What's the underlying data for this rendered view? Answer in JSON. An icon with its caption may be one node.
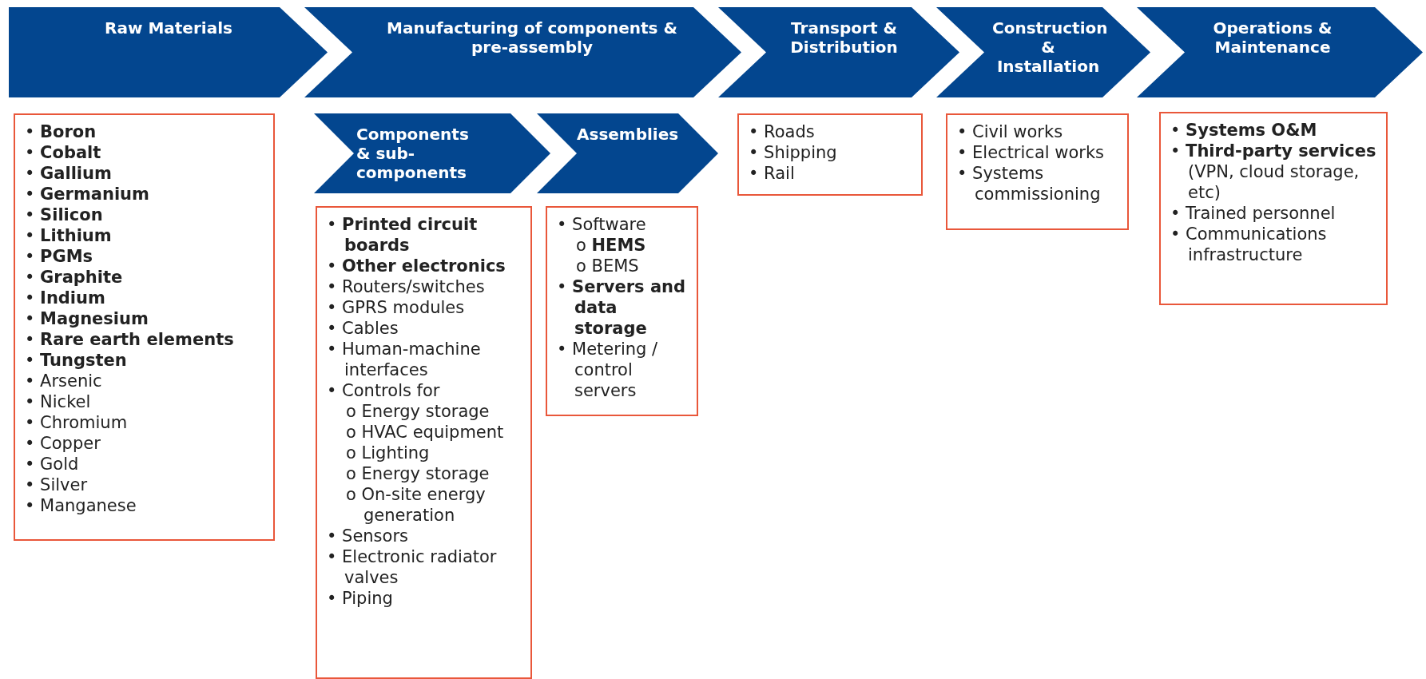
{
  "diagram": {
    "nodes": [
      {
        "text": [
          "Raw Materials"
        ]
      },
      {
        "text": [
          "Manufacturing of components & pre-assembly"
        ]
      },
      {
        "text": [
          "Transport & Distribution"
        ]
      },
      {
        "text": [
          "Construction & Installation"
        ]
      },
      {
        "text": [
          "Operations & Maintenance"
        ]
      },
      {
        "text": [
          "Components & sub-components"
        ]
      },
      {
        "text": [
          "Assemblies"
        ]
      },
      {
        "text": [
          "• **Boron**",
          "• **Cobalt**",
          "• **Gallium**",
          "• **Germanium**",
          "• **Silicon**",
          "• **Lithium**",
          "• **PGMs**",
          "• **Graphite**",
          "• **Indium**",
          "• **Magnesium**",
          "• **Rare earth elements**",
          "• **Tungsten**",
          "• Arsenic",
          "• Nickel",
          "• Chromium",
          "• Copper",
          "• Gold",
          "• Silver",
          "• Manganese"
        ]
      },
      {
        "text": [
          "• **Printed circuit boards**",
          "• **Other electronics**",
          "• Routers/switches",
          "• GPRS modules",
          "• Cables",
          "• Human-machine interfaces",
          "• Controls for",
          "o Energy storage",
          "o HVAC equipment",
          "o Lighting",
          "o Energy storage",
          "o On-site energy generation",
          "• Sensors",
          "• Electronic radiator valves",
          "• Piping"
        ]
      },
      {
        "text": [
          "• Software",
          "o **HEMS**",
          "o BEMS",
          "• **Servers and data storage**",
          "• Metering / control servers"
        ]
      },
      {
        "text": [
          "• Roads",
          "• Shipping",
          "• Rail"
        ]
      },
      {
        "text": [
          "• Civil works",
          "• Electrical works",
          "• Systems commissioning"
        ]
      },
      {
        "text": [
          "• **Systems O&M**",
          "• **Third-party services** (VPN, cloud storage, etc)",
          "• Trained personnel",
          "• Communications infrastructure"
        ]
      }
    ]
  }
}
